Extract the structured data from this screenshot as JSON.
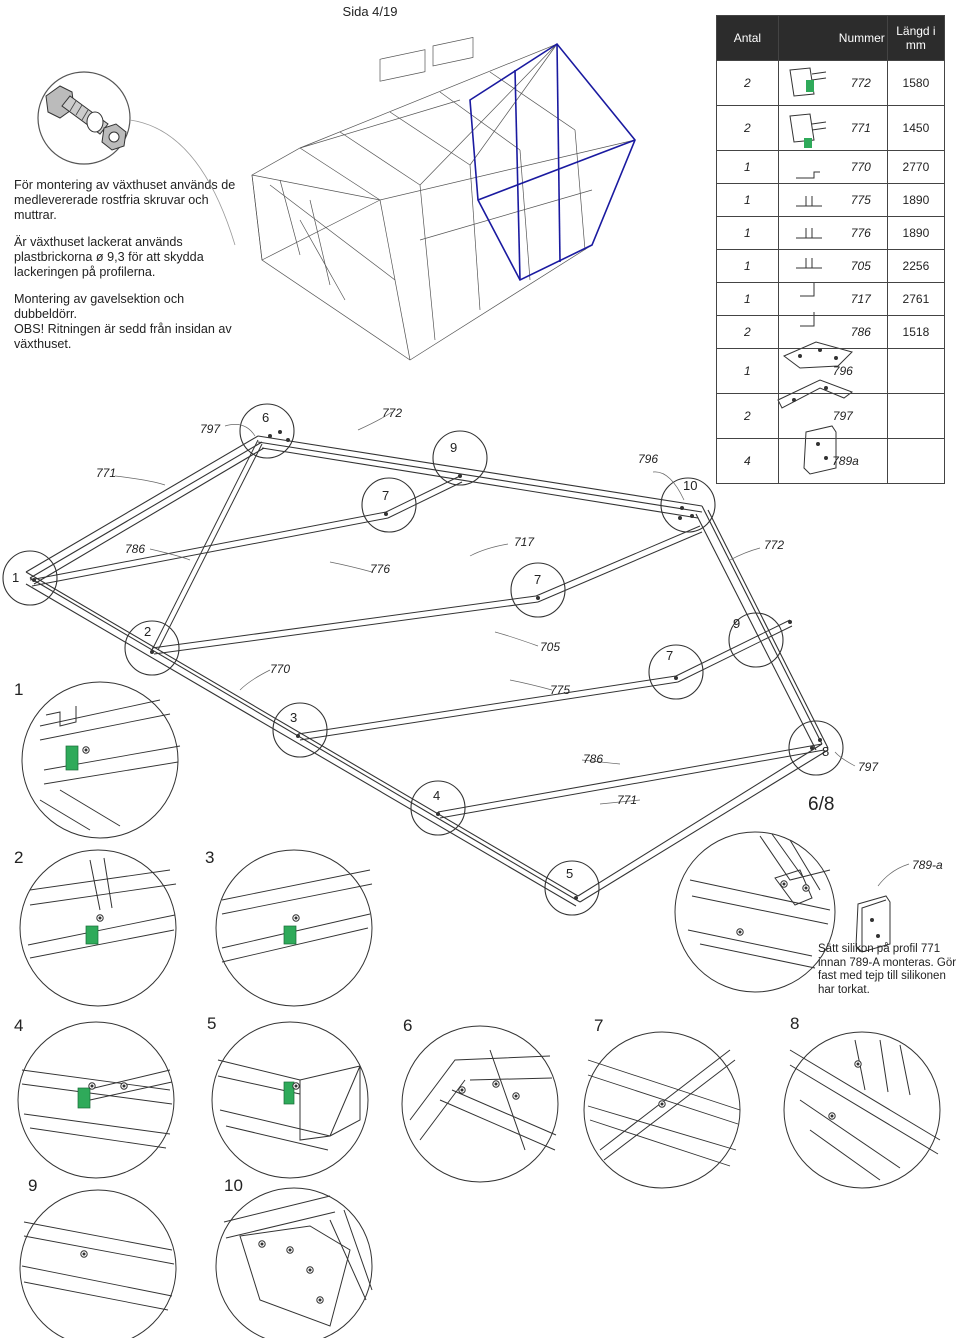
{
  "page": {
    "label": "Sida 4/19"
  },
  "intro": {
    "p1": "För montering av växthuset används de medlevererade rostfria skruvar och muttrar.",
    "p2": "Är växthuset lackerat används plastbrickorna ø 9,3 för att skydda lackeringen på profilerna.",
    "p3": "Montering av gavelsektion och dubbeldörr.",
    "p4": "OBS! Ritningen är sedd från insidan av växthuset."
  },
  "parts_table": {
    "headers": {
      "qty": "Antal",
      "number": "Nummer",
      "length": "Längd i mm"
    },
    "rows": [
      {
        "qty": "2",
        "number": "772",
        "length": "1580",
        "icon": "profile-772-icon"
      },
      {
        "qty": "2",
        "number": "771",
        "length": "1450",
        "icon": "profile-771-icon"
      },
      {
        "qty": "1",
        "number": "770",
        "length": "2770",
        "icon": "profile-770-icon"
      },
      {
        "qty": "1",
        "number": "775",
        "length": "1890",
        "icon": "profile-775-icon"
      },
      {
        "qty": "1",
        "number": "776",
        "length": "1890",
        "icon": "profile-776-icon"
      },
      {
        "qty": "1",
        "number": "705",
        "length": "2256",
        "icon": "profile-705-icon"
      },
      {
        "qty": "1",
        "number": "717",
        "length": "2761",
        "icon": "profile-717-icon"
      },
      {
        "qty": "2",
        "number": "786",
        "length": "1518",
        "icon": "profile-786-icon"
      },
      {
        "qty": "1",
        "number": "796",
        "length": "",
        "icon": "plate-796-icon"
      },
      {
        "qty": "2",
        "number": "797",
        "length": "",
        "icon": "bracket-797-icon"
      },
      {
        "qty": "4",
        "number": "789a",
        "length": "",
        "icon": "cap-789a-icon"
      }
    ]
  },
  "main_labels": {
    "p797": "797",
    "p772a": "772",
    "p771": "771",
    "p796": "796",
    "p786a": "786",
    "p717": "717",
    "p772b": "772",
    "p776": "776",
    "p705": "705",
    "p770": "770",
    "p775": "775",
    "p786b": "786",
    "p771b": "771",
    "p797b": "797"
  },
  "circle_numbers": {
    "c6": "6",
    "c9a": "9",
    "c7a": "7",
    "c10": "10",
    "c1": "1",
    "c7b": "7",
    "c2": "2",
    "c9b": "9",
    "c7c": "7",
    "c3": "3",
    "c8": "8",
    "c4": "4",
    "c5": "5"
  },
  "detail_labels": {
    "d1": "1",
    "d2": "2",
    "d3": "3",
    "d68": "6/8",
    "d4": "4",
    "d5": "5",
    "d6": "6",
    "d7": "7",
    "d8": "8",
    "d9": "9",
    "d10": "10",
    "d789a": "789-a"
  },
  "note": "Sätt silikon på profil 771 innan 789-A monteras. Gör fast med tejp till silikonen har torkat.",
  "colors": {
    "accent_green": "#2faa5a",
    "house_blue": "#1a1aa0",
    "line": "#333333"
  }
}
